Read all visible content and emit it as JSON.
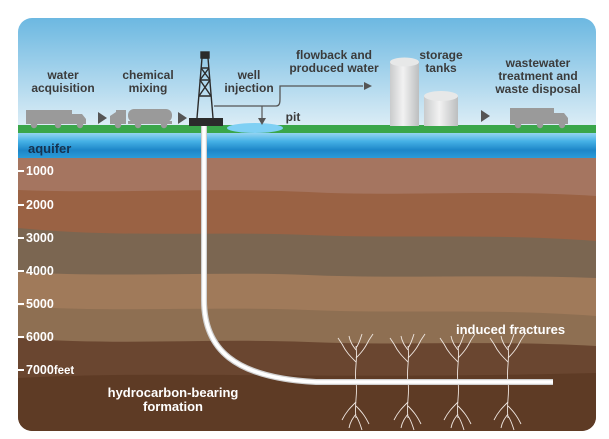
{
  "surface": {
    "water_acquisition": [
      "water",
      "acquisition"
    ],
    "chemical_mixing": [
      "chemical",
      "mixing"
    ],
    "well_injection": [
      "well",
      "injection"
    ],
    "flowback": [
      "flowback and",
      "produced water"
    ],
    "storage": [
      "storage",
      "tanks"
    ],
    "wastewater": [
      "wastewater",
      "treatment and",
      "waste disposal"
    ],
    "pit": "pit"
  },
  "underground": {
    "aquifer": "aquifer",
    "depth_labels": [
      "1000",
      "2000",
      "3000",
      "4000",
      "5000",
      "6000",
      "7000"
    ],
    "depth_unit": "feet",
    "induced_fractures": "induced fractures",
    "formation": [
      "hydrocarbon-bearing",
      "formation"
    ]
  },
  "colors": {
    "sky_top": "#6cb8e1",
    "sky_bottom": "#d9ecf6",
    "ground_strip": "#3aa64a",
    "aquifer_light": "#4fb9e9",
    "aquifer_dark": "#1a74b8",
    "strata": [
      "#b07f66",
      "#9a6043",
      "#7f6b53",
      "#a47c5d",
      "#8f7053",
      "#6e4a32",
      "#5d3a24"
    ],
    "wellbore": "#ffffff",
    "truck": "#9a9a9a"
  }
}
